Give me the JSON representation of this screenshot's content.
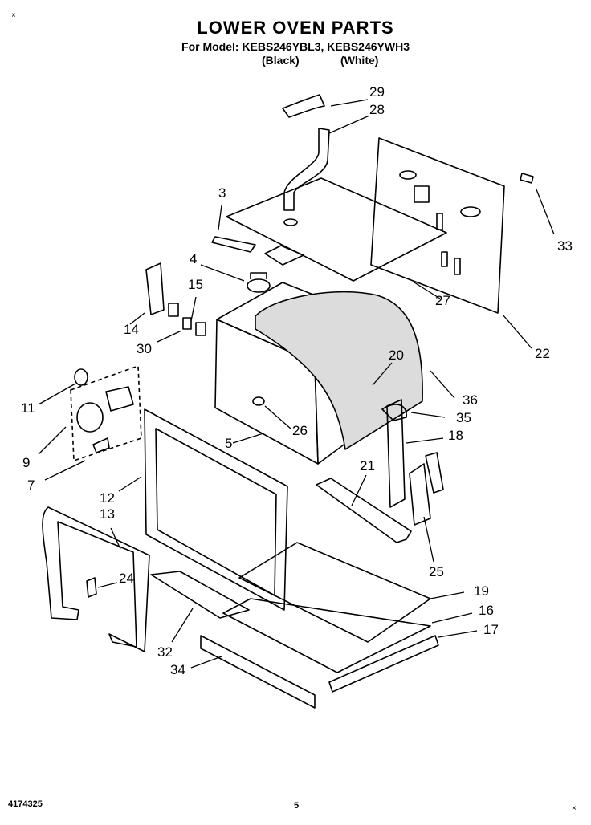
{
  "header": {
    "title": "LOWER OVEN PARTS",
    "model_line": "For Model: KEBS246YBL3, KEBS246YWH3",
    "black": "(Black)",
    "white": "(White)"
  },
  "callouts": [
    "29",
    "28",
    "3",
    "33",
    "4",
    "15",
    "27",
    "14",
    "30",
    "22",
    "20",
    "36",
    "11",
    "35",
    "26",
    "18",
    "9",
    "5",
    "21",
    "7",
    "12",
    "13",
    "25",
    "24",
    "19",
    "16",
    "17",
    "32",
    "34"
  ],
  "footer": {
    "doc_number": "4174325",
    "page": "5",
    "mark_top": "×",
    "mark_bottom": "×"
  }
}
